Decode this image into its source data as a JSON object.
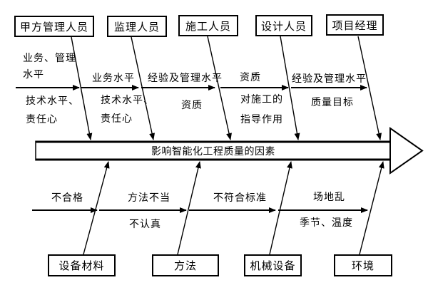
{
  "diagram": {
    "type": "fishbone-cause-effect",
    "background_color": "#ffffff",
    "line_color": "#000000",
    "spine_label": "影响智能化工程质量的因素",
    "top_branches": [
      {
        "category": "甲方管理人员",
        "above": [
          "业务、管理",
          "水平"
        ],
        "below": [
          "技术水平、",
          "责任心"
        ]
      },
      {
        "category": "监理人员",
        "above": [
          "业务水平"
        ],
        "below": [
          "技术水平、",
          "责任心"
        ]
      },
      {
        "category": "施工人员",
        "above": [
          "经验及管理水平"
        ],
        "below": [
          "资质"
        ]
      },
      {
        "category": "设计人员",
        "above": [
          "资质"
        ],
        "below": [
          "对施工的",
          "指导作用"
        ]
      },
      {
        "category": "项目经理",
        "above": [
          "经验及管理水平"
        ],
        "below": [
          "质量目标"
        ]
      }
    ],
    "bottom_branches": [
      {
        "category": "设备材料",
        "above": [
          "不合格"
        ],
        "below": []
      },
      {
        "category": "方法",
        "above": [
          "方法不当"
        ],
        "below": [
          "不认真"
        ]
      },
      {
        "category": "机械设备",
        "above": [
          "不符合标准"
        ],
        "below": []
      },
      {
        "category": "环境",
        "above": [
          "场地乱"
        ],
        "below": [
          "季节、温度"
        ]
      }
    ]
  }
}
